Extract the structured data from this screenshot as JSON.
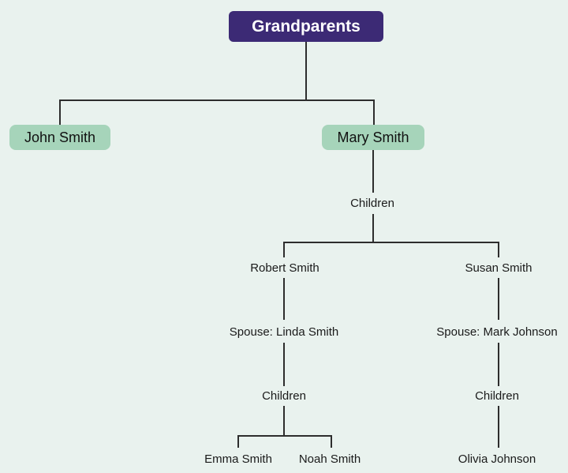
{
  "tree": {
    "root_label": "Grandparents",
    "grandparents": [
      {
        "name": "John Smith"
      },
      {
        "name": "Mary Smith"
      }
    ],
    "children_group_label": "Children",
    "branches": [
      {
        "name": "Robert Smith",
        "spouse_label": "Spouse: Linda Smith",
        "children_label": "Children",
        "children": [
          {
            "name": "Emma Smith"
          },
          {
            "name": "Noah Smith"
          }
        ]
      },
      {
        "name": "Susan Smith",
        "spouse_label": "Spouse: Mark Johnson",
        "children_label": "Children",
        "children": [
          {
            "name": "Olivia Johnson"
          }
        ]
      }
    ]
  },
  "colors": {
    "background": "#e9f2ee",
    "root_node_fill": "#3c2a75",
    "root_node_text": "#ffffff",
    "person_node_fill": "#a6d4ba",
    "connector_line": "#2d2d2d",
    "label_text": "#1a1a1a"
  }
}
